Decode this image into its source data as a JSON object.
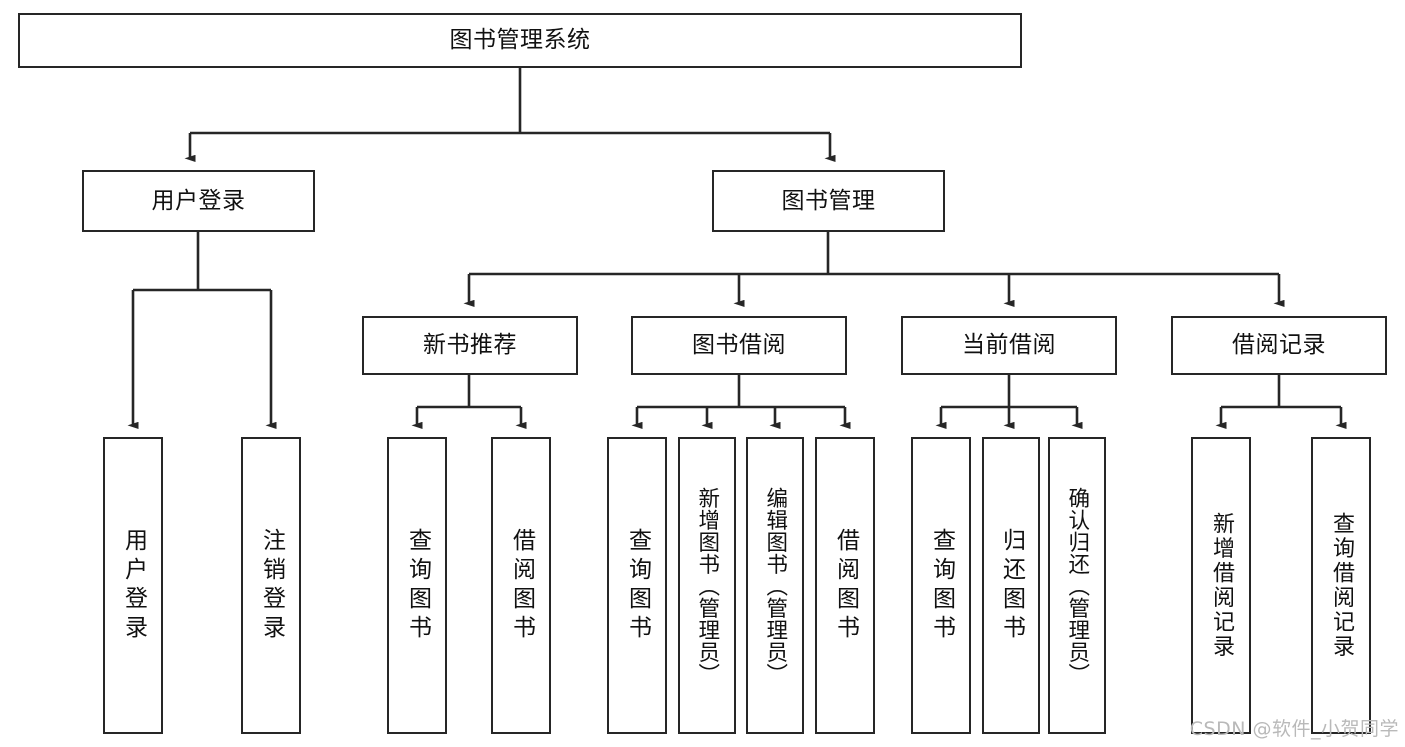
{
  "diagram": {
    "title": "图书管理系统",
    "type": "tree-hierarchy-chart",
    "colors": {
      "stroke": "#262626",
      "fill": "#ffffff",
      "text": "#111111",
      "watermark": "#b9b9b9"
    },
    "root": {
      "label": "图书管理系统"
    },
    "level2": [
      {
        "label": "用户登录"
      },
      {
        "label": "图书管理"
      }
    ],
    "level3": [
      {
        "label": "新书推荐"
      },
      {
        "label": "图书借阅"
      },
      {
        "label": "当前借阅"
      },
      {
        "label": "借阅记录"
      }
    ],
    "leaves": {
      "user_login": [
        {
          "label": "用户登录"
        },
        {
          "label": "注销登录"
        }
      ],
      "new_book": [
        {
          "label": "查询图书"
        },
        {
          "label": "借阅图书"
        }
      ],
      "borrow_book": [
        {
          "label": "查询图书"
        },
        {
          "label": "新增图书（管理员）"
        },
        {
          "label": "编辑图书（管理员）"
        },
        {
          "label": "借阅图书"
        }
      ],
      "current_borrow": [
        {
          "label": "查询图书"
        },
        {
          "label": "归还图书"
        },
        {
          "label": "确认归还（管理员）"
        }
      ],
      "borrow_record": [
        {
          "label": "新增借阅记录"
        },
        {
          "label": "查询借阅记录"
        }
      ]
    },
    "watermark": "CSDN @软件_小贺同学"
  }
}
